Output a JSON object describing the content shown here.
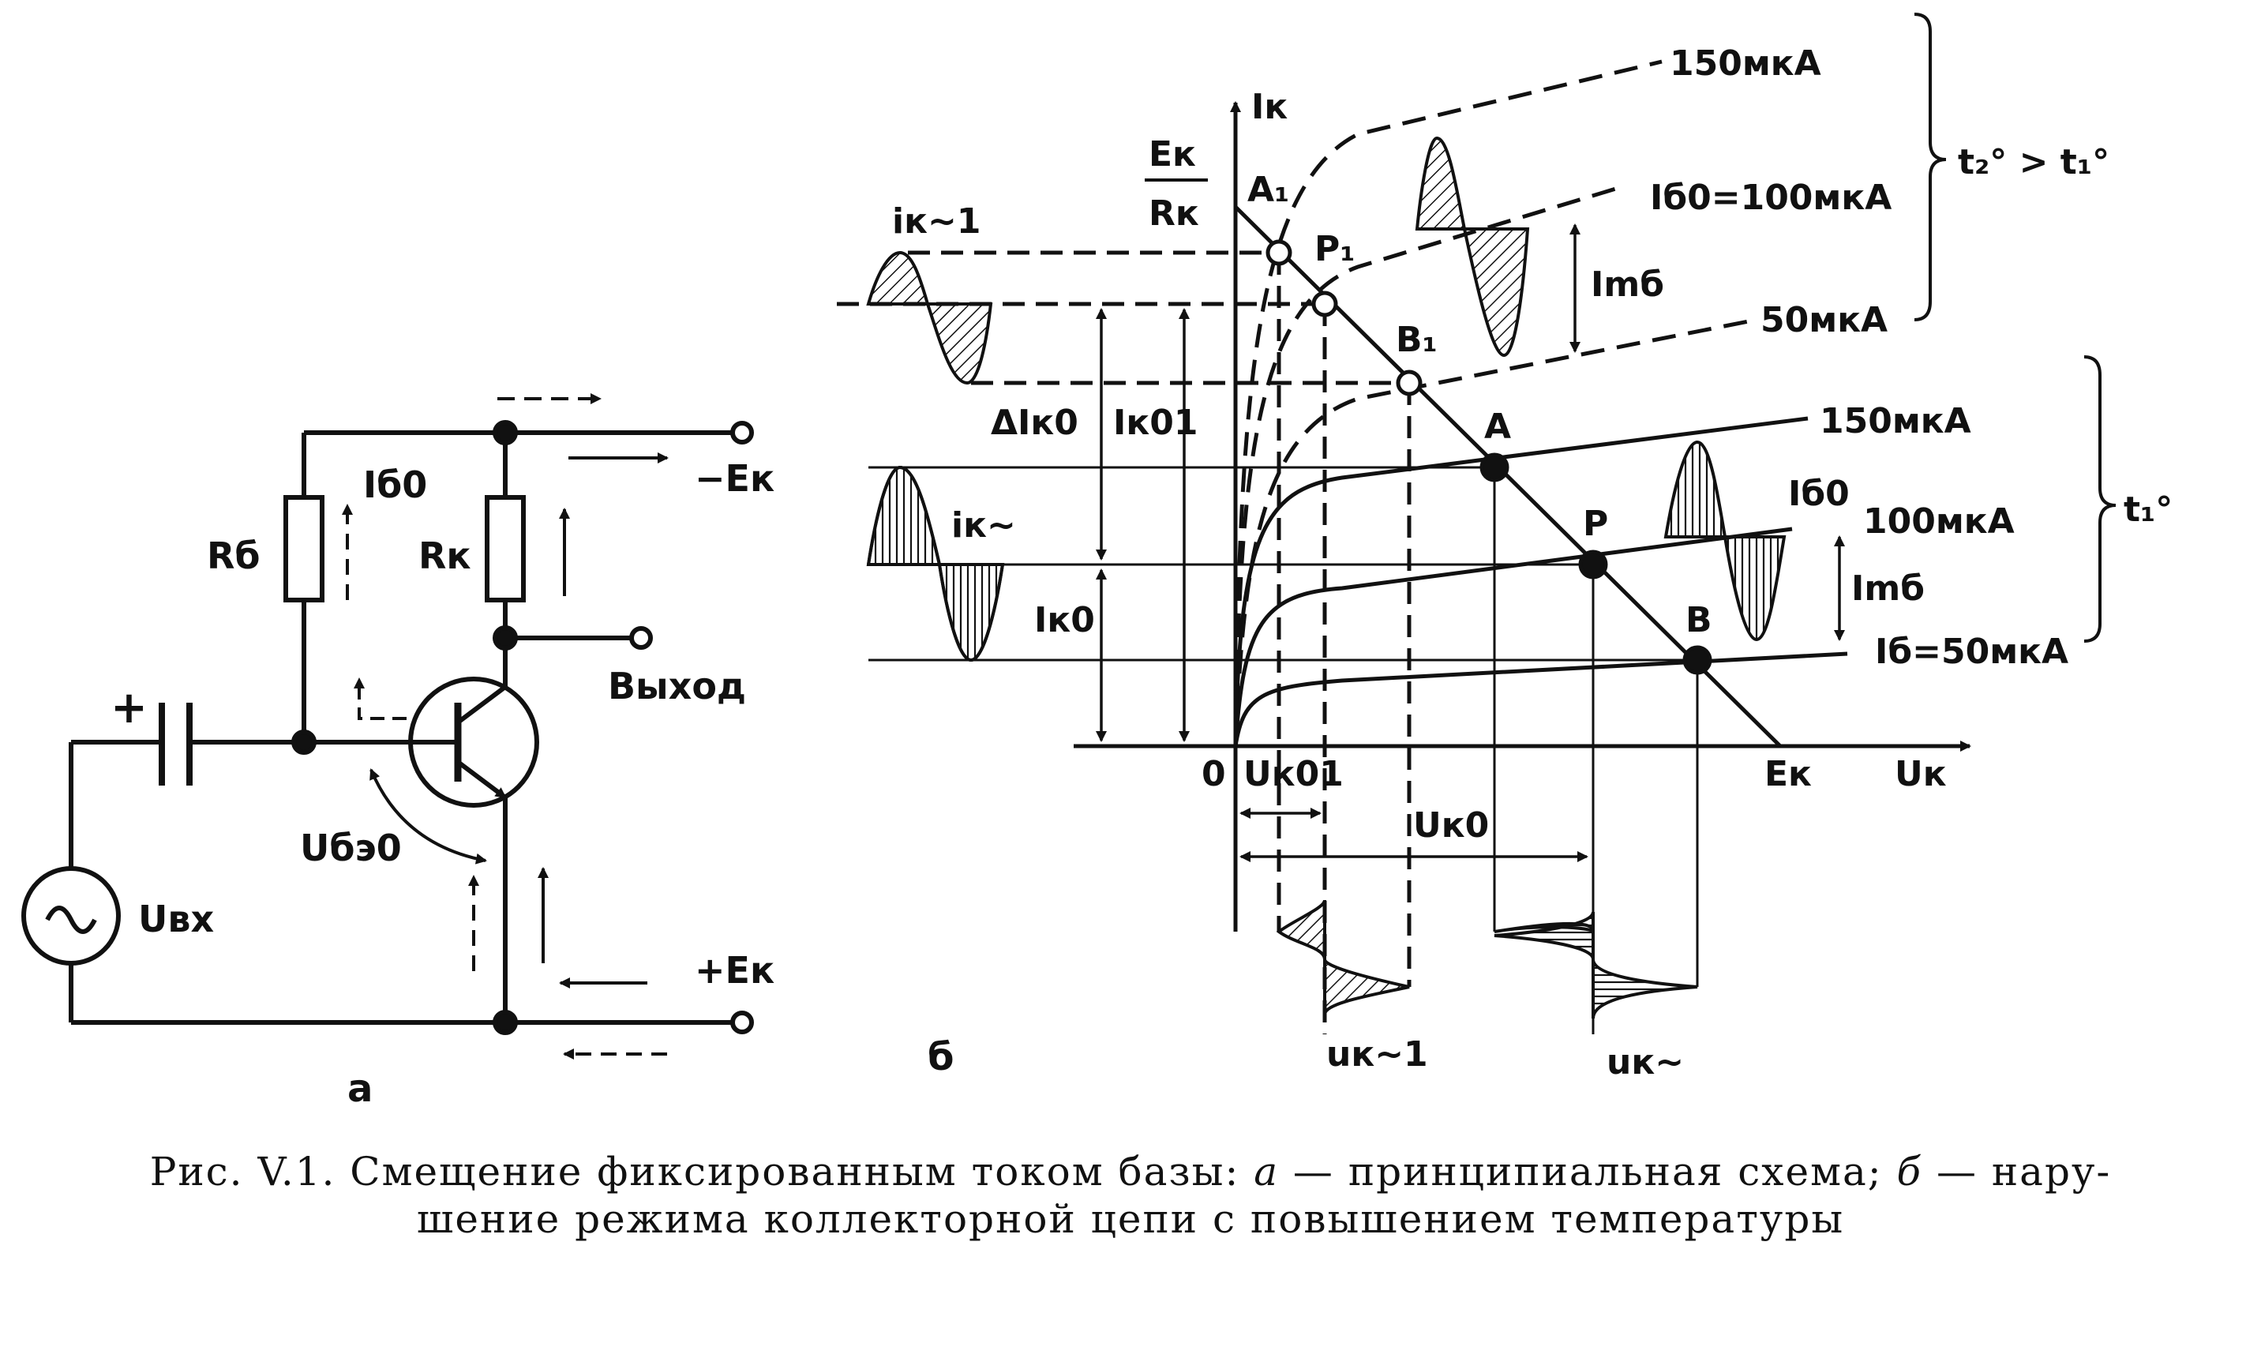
{
  "circuit": {
    "label_Rb": "Rб",
    "label_Rk": "Rк",
    "label_Ib0": "Iб0",
    "label_minus_Ek": "−Eк",
    "label_plus_Ek": "+Eк",
    "label_output": "Выход",
    "label_Ube0": "Uбэ0",
    "label_Uin": "Uвх",
    "label_plus": "+",
    "sublabel": "а"
  },
  "graph": {
    "y_axis": "Iк",
    "x_axis": "Uк",
    "origin": "0",
    "Ek_over_Rk_num": "Eк",
    "Ek_over_Rk_den": "Rк",
    "Ek_tick": "Eк",
    "points": {
      "A1": "A₁",
      "P1": "P₁",
      "B1": "B₁",
      "A": "A",
      "P": "P",
      "B": "B"
    },
    "curves_hot": {
      "c150": "150мкА",
      "c100": "Iб0=100мкА",
      "c50": "50мкА",
      "temp": "t₂° > t₁°"
    },
    "curves_cold": {
      "c150": "150мкА",
      "c100_a": "Iб0",
      "c100_b": "100мкА",
      "c50": "Iб=50мкА",
      "temp": "t₁°"
    },
    "labels": {
      "ik1": "iк~1",
      "ik": "iк~",
      "dIk0": "ΔIк0",
      "Ik01": "Iк01",
      "Ik0": "Iк0",
      "Imb_hot": "Imб",
      "Imb_cold": "Imб",
      "Uk01": "Uк01",
      "Uk0": "Uк0",
      "uk1": "uк~1",
      "uk": "uк~"
    },
    "sublabel": "б"
  },
  "caption": {
    "line1_pre": "Рис. V.1. Смещение фиксированным током базы: ",
    "a_letter": "а",
    "line1_mid": " — принципиальная схема; ",
    "b_letter": "б",
    "line1_post": " — нару-",
    "line2": "шение режима коллекторной цепи с повышением температуры"
  }
}
